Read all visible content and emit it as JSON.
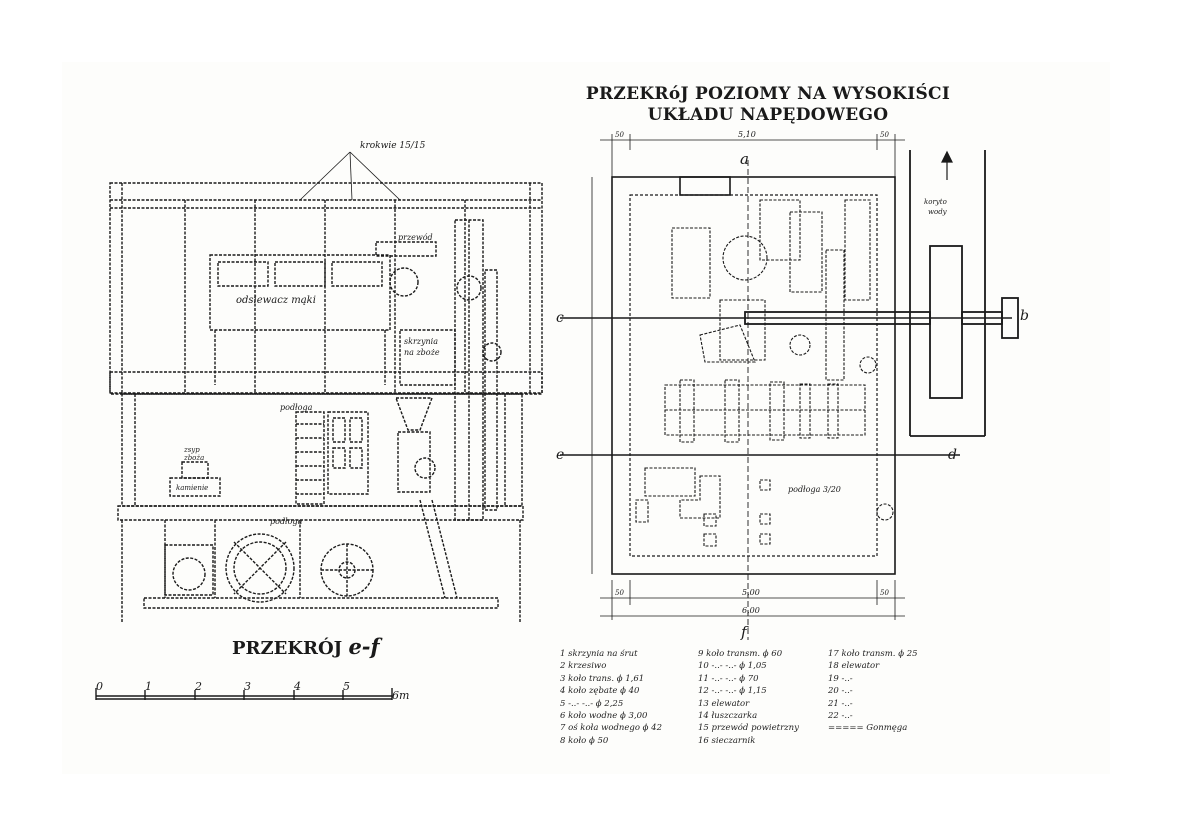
{
  "titles": {
    "plan_title": "PRZEKRóJ POZIOMY NA WYSOKIŚCI UKŁADU NAPĘDOWEGO",
    "section_title_prefix": "PRZEKRÓJ",
    "section_title_letters": "e-f"
  },
  "section_labels": {
    "krokwie": "krokwie 15/15",
    "odsiewacz": "odsiewacz mąki",
    "skrzynia_1": "skrzynia",
    "skrzynia_2": "na zboże",
    "przewod": "przewód",
    "podloga_upper": "podłoga",
    "podloga_lower": "podłoga",
    "zsyp_1": "zsyp",
    "zsyp_2": "zboża",
    "kamienie": "kamienie"
  },
  "plan_labels": {
    "a": "a",
    "b": "b",
    "c": "c",
    "d": "d",
    "e": "e",
    "f": "f",
    "koryto_1": "koryto",
    "koryto_2": "wody",
    "podloga": "podłoga 3/20",
    "dim_top_total": "5,10",
    "dim_top_left": "50",
    "dim_top_right": "50",
    "dim_bottom_total": "5,00",
    "dim_bottom_total2": "6,00",
    "dim_bottom_left": "50",
    "dim_bottom_right": "50"
  },
  "scale_bar": {
    "ticks": [
      "0",
      "1",
      "2",
      "3",
      "4",
      "5",
      "6m"
    ]
  },
  "legend": {
    "col1": [
      "1 skrzynia na śrut",
      "2 krzesiwo",
      "3 koło trans. ϕ 1,61",
      "4 koło zębate ϕ 40",
      "5 -..- -..- ϕ 2,25",
      "6 koło wodne ϕ 3,00",
      "7 oś koła wodnego ϕ 42",
      "8 koło ϕ 50"
    ],
    "col2": [
      "9 koło transm. ϕ 60",
      "10 -..- -..- ϕ 1,05",
      "11 -..- -..- ϕ 70",
      "12 -..- -..- ϕ 1,15",
      "13 elewator",
      "14 łuszczarka",
      "15 przewód powietrzny",
      "16 sieczarnik"
    ],
    "col3": [
      "17 koło transm. ϕ 25",
      "18 elewator",
      "19 -..-",
      "20 -..-",
      "21 -..-",
      "22 -..-",
      "===== Gonmęga"
    ]
  },
  "colors": {
    "ink": "#1a1a1a",
    "paper": "#fdfdfb",
    "background": "#ffffff"
  }
}
